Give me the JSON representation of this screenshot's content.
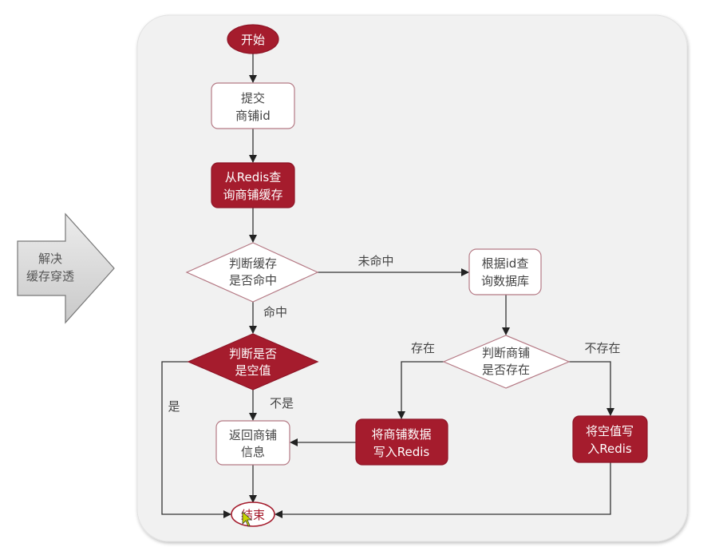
{
  "side_arrow": {
    "line1": "解决",
    "line2": "缓存穿透"
  },
  "colors": {
    "accent": "#a51c2d",
    "accent_border": "#8e1426",
    "node_border": "#b57a85",
    "frame_bg": "#f1f1f1",
    "line": "#333333",
    "label_text": "#444444",
    "white_text": "#ffffff"
  },
  "nodes": {
    "start": {
      "label": "开始"
    },
    "submit": {
      "line1": "提交",
      "line2": "商铺id"
    },
    "query_redis": {
      "line1": "从Redis查",
      "line2": "询商铺缓存"
    },
    "hit_decision": {
      "line1": "判断缓存",
      "line2": "是否命中"
    },
    "null_decision": {
      "line1": "判断是否",
      "line2": "是空值"
    },
    "return_info": {
      "line1": "返回商铺",
      "line2": "信息"
    },
    "end": {
      "label": "结束"
    },
    "query_db": {
      "line1": "根据id查",
      "line2": "询数据库"
    },
    "exist_decision": {
      "line1": "判断商铺",
      "line2": "是否存在"
    },
    "write_shop": {
      "line1": "将商铺数据",
      "line2": "写入Redis"
    },
    "write_null": {
      "line1": "将空值写",
      "line2": "入Redis"
    }
  },
  "edge_labels": {
    "miss": "未命中",
    "hit": "命中",
    "yes": "是",
    "no": "不是",
    "exists": "存在",
    "not_exists": "不存在"
  }
}
